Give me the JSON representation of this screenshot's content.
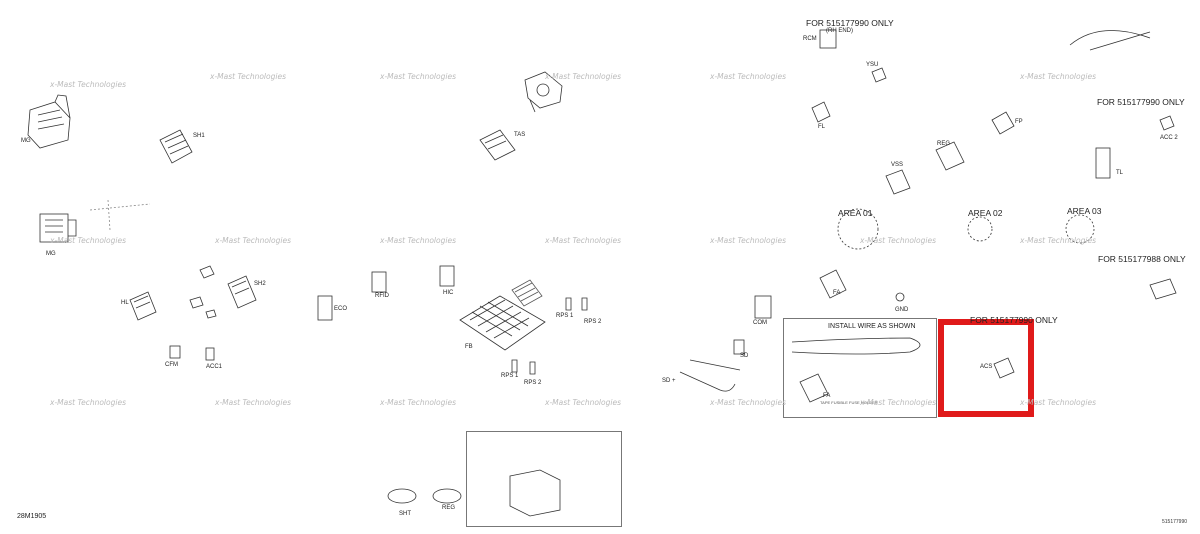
{
  "diagram": {
    "doc_number": "28M1905",
    "part_number": "515177990",
    "watermark": "x-Mast Technologies",
    "sections": {
      "only_top": "FOR 515177990 ONLY",
      "only_top_sub": "(RH END)",
      "only_right1": "FOR 515177990 ONLY",
      "only_right2": "FOR 515177988 ONLY",
      "only_red": "FOR 515177990 ONLY",
      "install_wire": "INSTALL WIRE AS SHOWN"
    },
    "areas": [
      "AREA 01",
      "AREA 02",
      "AREA 03"
    ],
    "connectors": {
      "mg1": "MG",
      "mg2": "MG",
      "sh1": "SH1",
      "sh2": "SH2",
      "tas": "TAS",
      "hl": "HL",
      "cfm": "CFM",
      "acc1": "ACC1",
      "eco": "ECO",
      "rfid": "RFID",
      "hic": "HIC",
      "fb": "FB",
      "rps1a": "RPS 1",
      "rps2a": "RPS 2",
      "rps1b": "RPS 1",
      "rps2b": "RPS 2",
      "com": "COM",
      "sd": "SD",
      "sdplus": "SD +",
      "rcm": "RCM",
      "ysu": "YSU",
      "fl": "FL",
      "fp": "FP",
      "reg": "REG",
      "vss": "VSS",
      "acc2": "ACC 2",
      "tl": "TL",
      "fa1": "FA",
      "gnd": "GND",
      "fa2": "FA",
      "acs": "ACS",
      "sht": "SHT",
      "reg2": "REG"
    },
    "small_texts": {
      "fa_note": "TAPE FUSIBLE FUSE HOLDER"
    }
  }
}
